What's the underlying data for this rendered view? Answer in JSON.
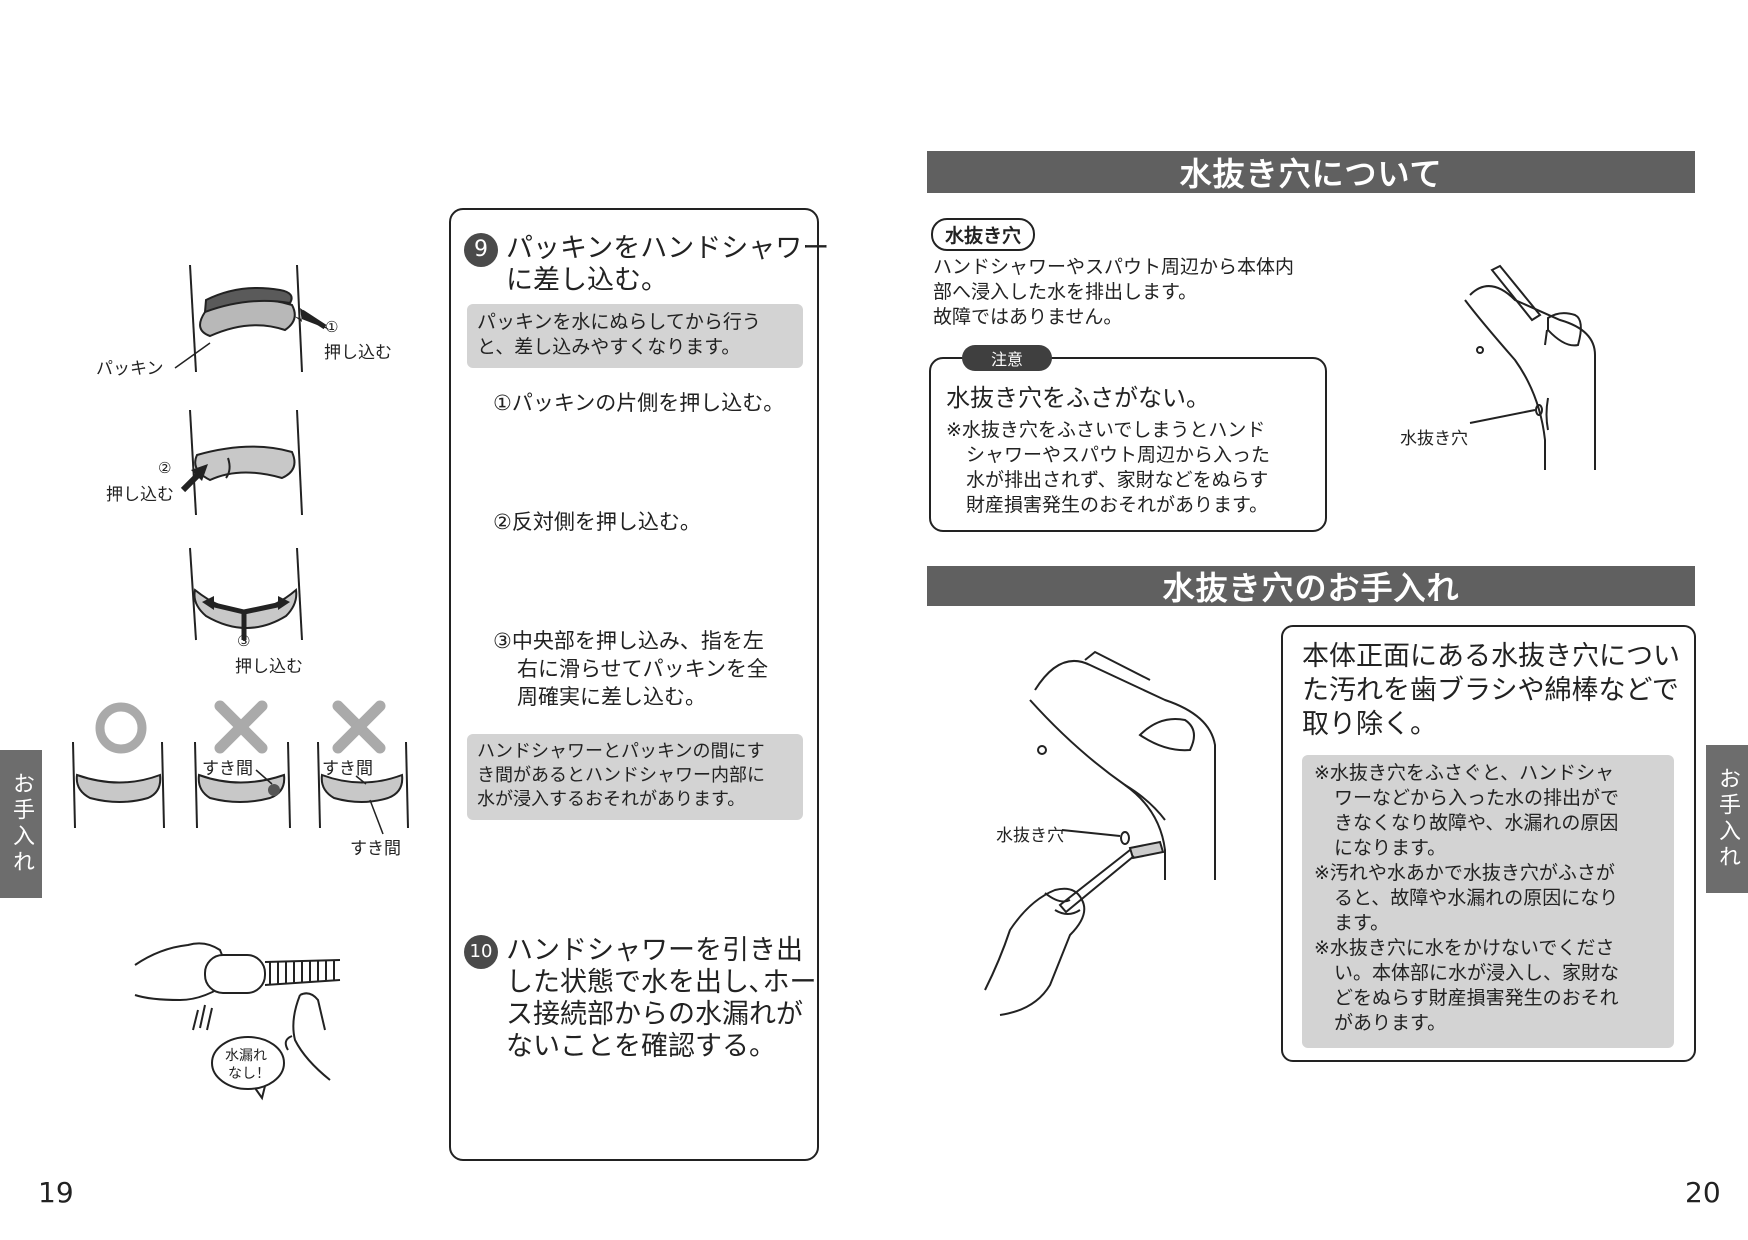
{
  "left_page": {
    "page_number": "19",
    "side_tab": "お手入れ",
    "illustration_labels": {
      "gasket": "パッキン",
      "push_1": "押し込む",
      "num_1": "①",
      "push_2": "押し込む",
      "num_2": "②",
      "push_3": "押し込む",
      "num_3": "③",
      "gap_a": "すき間",
      "gap_b": "すき間",
      "gap_c": "すき間",
      "no_leak_1": "水漏れ",
      "no_leak_2": "なし！"
    },
    "step9": {
      "number": "9",
      "title_line1": "パッキンをハンドシャワー",
      "title_line2": "に差し込む。",
      "tip_line1": "パッキンを水にぬらしてから行う",
      "tip_line2": "と、差し込みやすくなります。",
      "sub1": "①パッキンの片側を押し込む。",
      "sub2": "②反対側を押し込む。",
      "sub3_line1": "③中央部を押し込み、指を左",
      "sub3_line2": "右に滑らせてパッキンを全",
      "sub3_line3": "周確実に差し込む。",
      "warn_line1": "ハンドシャワーとパッキンの間にす",
      "warn_line2": "き間があるとハンドシャワー内部に",
      "warn_line3": "水が浸入するおそれがあります。"
    },
    "step10": {
      "number": "10",
      "line1": "ハンドシャワーを引き出",
      "line2": "した状態で水を出し､ホー",
      "line3": "ス接続部からの水漏れが",
      "line4": "ないことを確認する。"
    }
  },
  "right_page": {
    "page_number": "20",
    "side_tab": "お手入れ",
    "section1": {
      "title": "水抜き穴について",
      "pill": "水抜き穴",
      "desc_line1": "ハンドシャワーやスパウト周辺から本体内",
      "desc_line2": "部へ浸入した水を排出します。",
      "desc_line3": "故障ではありません。",
      "caution_tag": "注意",
      "caution_title": "水抜き穴をふさがない。",
      "caution_line1": "※水抜き穴をふさいでしまうとハンド",
      "caution_line2": "シャワーやスパウト周辺から入った",
      "caution_line3": "水が排出されず、家財などをぬらす",
      "caution_line4": "財産損害発生のおそれがあります。",
      "hole_label": "水抜き穴"
    },
    "section2": {
      "title": "水抜き穴のお手入れ",
      "hole_label": "水抜き穴",
      "main_line1": "本体正面にある水抜き穴につい",
      "main_line2": "た汚れを歯ブラシや綿棒などで",
      "main_line3": "取り除く。",
      "notes": [
        "※水抜き穴をふさぐと、ハンドシャ",
        "ワーなどから入った水の排出がで",
        "きなくなり故障や、水漏れの原因",
        "になります。",
        "※汚れや水あかで水抜き穴がふさが",
        "ると、故障や水漏れの原因になり",
        "ます。",
        "※水抜き穴に水をかけないでくださ",
        "い。本体部に水が浸入し、家財な",
        "どをぬらす財産損害発生のおそれ",
        "があります。"
      ]
    }
  }
}
